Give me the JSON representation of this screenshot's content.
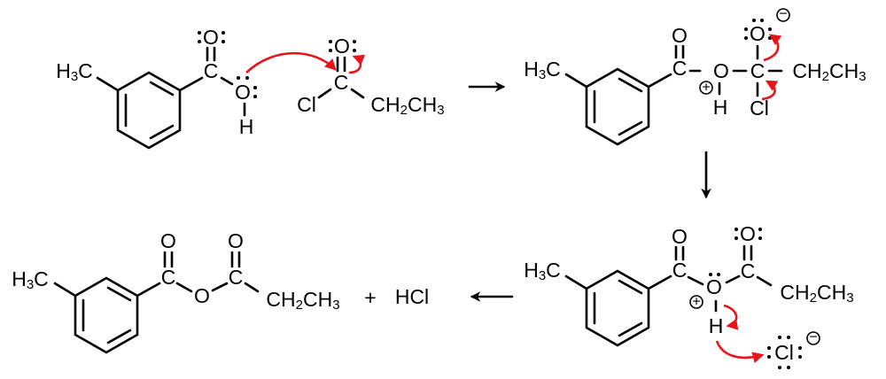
{
  "atoms": {
    "methyl": {
      "h": "H",
      "sub": "3",
      "c": "C"
    },
    "carbon": "C",
    "oxygen": "O",
    "hydrogen": "H",
    "chlorine": "Cl",
    "ethyl": {
      "ch": "CH",
      "sub2": "2",
      "ch3": "CH",
      "sub3": "3"
    }
  },
  "charges": {
    "plus": "+",
    "minus": "−"
  },
  "products": {
    "plus_sign": "+",
    "hcl": "HCl"
  },
  "colors": {
    "bond": "#000000",
    "electron_arrow": "#e8141a"
  }
}
